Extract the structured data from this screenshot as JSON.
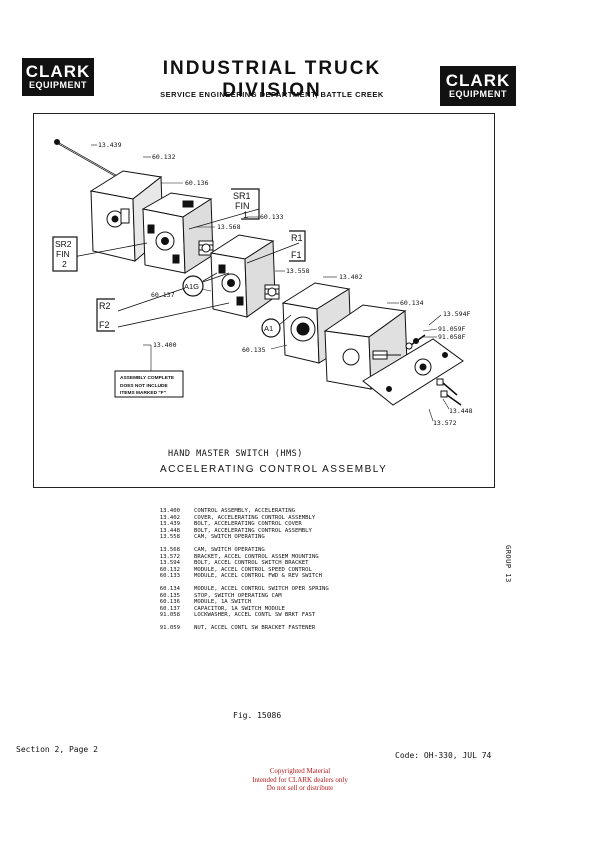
{
  "header": {
    "logo_line1": "CLARK",
    "logo_line2": "EQUIPMENT",
    "division_title": "INDUSTRIAL TRUCK DIVISION",
    "subtitle": "SERVICE ENGINEERING DEPARTMENT, BATTLE CREEK"
  },
  "diagram": {
    "part_labels": {
      "bolt_13439": "13.439",
      "module_60132": "60.132",
      "module_60136": "60.136",
      "module_60133": "60.133",
      "cam_13568": "13.568",
      "cam_13558": "13.558",
      "cover_13402": "13.402",
      "capacitor_60137": "60.137",
      "stop_60135": "60.135",
      "bracket_60134": "60.134",
      "bolt_13594": "13.594F",
      "nut_91059": "91.059F",
      "lockwasher_91058": "91.058F",
      "bolt_13448": "13.448",
      "bracket_13572": "13.572",
      "assembly_13400": "13.400"
    },
    "terminals": {
      "sr1_a": "SR1",
      "sr1_b": "FIN",
      "sr1_c": "1",
      "sr2_a": "SR2",
      "sr2_b": "FIN",
      "sr2_c": "2",
      "r1_a": "R1",
      "r1_b": "F1",
      "r2_a": "R2",
      "r2_b": "F2",
      "a1g": "A1G",
      "a1": "A1"
    },
    "note_line1": "ASSEMBLY COMPLETE",
    "note_line2": "DOES NOT INCLUDE",
    "note_line3": "ITEMS MARKED \"F\""
  },
  "caption": {
    "line1": "HAND MASTER SWITCH (HMS)",
    "line2": "ACCELERATING CONTROL ASSEMBLY"
  },
  "parts_groups": [
    [
      {
        "num": "13.400",
        "desc": "CONTROL ASSEMBLY, ACCELERATING"
      },
      {
        "num": "13.402",
        "desc": "COVER, ACCELERATING CONTROL ASSEMBLY"
      },
      {
        "num": "13.439",
        "desc": "BOLT, ACCELERATING CONTROL COVER"
      },
      {
        "num": "13.448",
        "desc": "BOLT, ACCELERATING CONTROL ASSEMBLY"
      },
      {
        "num": "13.558",
        "desc": "CAM, SWITCH OPERATING"
      }
    ],
    [
      {
        "num": "13.568",
        "desc": "CAM, SWITCH OPERATING"
      },
      {
        "num": "13.572",
        "desc": "BRACKET, ACCEL CONTROL ASSEM MOUNTING"
      },
      {
        "num": "13.594",
        "desc": "BOLT, ACCEL CONTROL SWITCH BRACKET"
      },
      {
        "num": "60.132",
        "desc": "MODULE, ACCEL CONTROL SPEED CONTROL"
      },
      {
        "num": "60.133",
        "desc": "MODULE, ACCEL CONTROL FWD & REV SWITCH"
      }
    ],
    [
      {
        "num": "60.134",
        "desc": "MODULE, ACCEL CONTROL SWITCH OPER SPRING"
      },
      {
        "num": "60.135",
        "desc": "STOP, SWITCH OPERATING CAM"
      },
      {
        "num": "60.136",
        "desc": "MODULE, 1A SWITCH"
      },
      {
        "num": "60.137",
        "desc": "CAPACITOR, 1A SWITCH MODULE"
      },
      {
        "num": "91.058",
        "desc": "LOCKWASHER, ACCEL CONTL SW BRKT FAST"
      }
    ],
    [
      {
        "num": "91.059",
        "desc": "NUT, ACCEL CONTL SW BRACKET FASTENER"
      }
    ]
  ],
  "side": {
    "group_label": "GROUP 13"
  },
  "footer": {
    "fig_number": "Fig. 15086",
    "section_page": "Section 2, Page 2",
    "code_date": "Code: OH-330, JUL 74",
    "copyright_line1": "Copyrighted Material",
    "copyright_line2": "Intended for CLARK dealers only",
    "copyright_line3": "Do not sell or distribute"
  }
}
